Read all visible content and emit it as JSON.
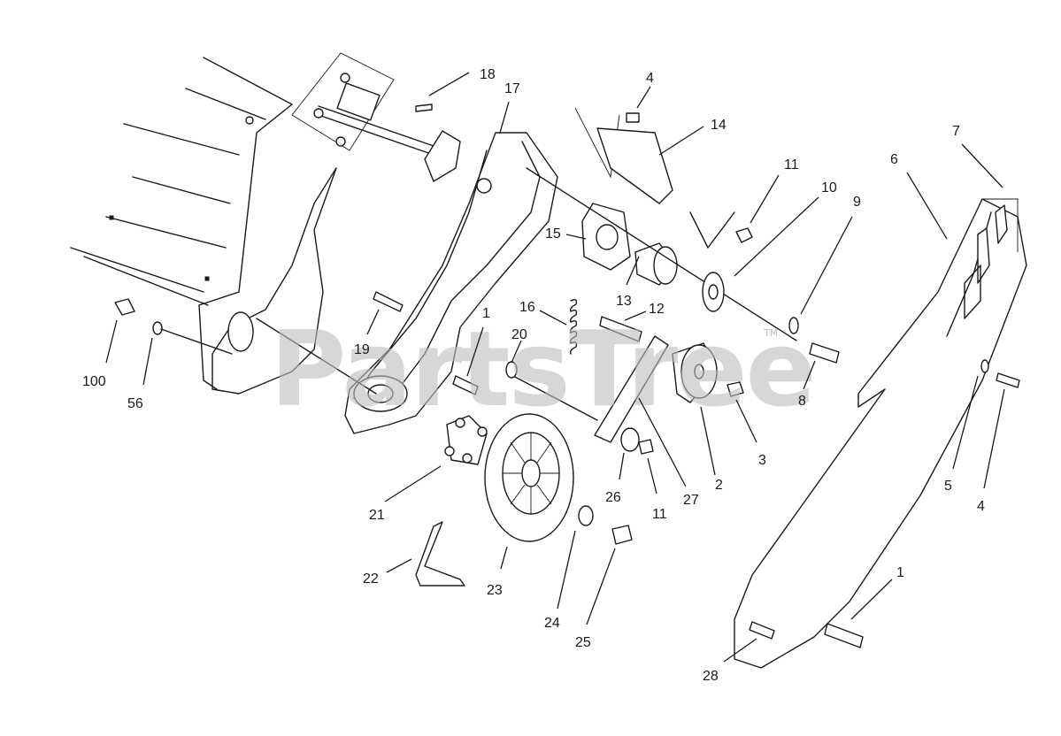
{
  "watermark": {
    "text": "PartsTree",
    "trademark": "TM"
  },
  "callouts": {
    "c1a": "1",
    "c1b": "1",
    "c2": "2",
    "c3": "3",
    "c4a": "4",
    "c4b": "4",
    "c5": "5",
    "c6": "6",
    "c7": "7",
    "c8": "8",
    "c9": "9",
    "c10": "10",
    "c11a": "11",
    "c11b": "11",
    "c12": "12",
    "c13": "13",
    "c14": "14",
    "c15": "15",
    "c16": "16",
    "c17": "17",
    "c18": "18",
    "c19": "19",
    "c20": "20",
    "c21": "21",
    "c22": "22",
    "c23": "23",
    "c24": "24",
    "c25": "25",
    "c26": "26",
    "c27": "27",
    "c28": "28",
    "c56": "56",
    "c100": "100"
  }
}
